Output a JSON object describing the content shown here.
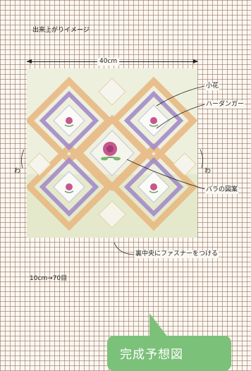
{
  "title": "出来上がりイメージ",
  "dimension_label": "40cm",
  "side_label_left": "わ",
  "side_label_right": "わ",
  "annotations": {
    "small_flower": "小花",
    "heart_gather": "ハーダンガー",
    "rose_pattern": "バラの図案",
    "fastener": "裏中央にファスナーをつける"
  },
  "scale_note": "10cm→70目",
  "bubble_text": "完成予想図",
  "colors": {
    "grid": "#8c6950",
    "orange_frame": "#e8b77e",
    "purple_frame": "#a38cc9",
    "rose": "#c7578e",
    "background_green": "#d9e0b9",
    "bubble": "#7cc17a"
  }
}
